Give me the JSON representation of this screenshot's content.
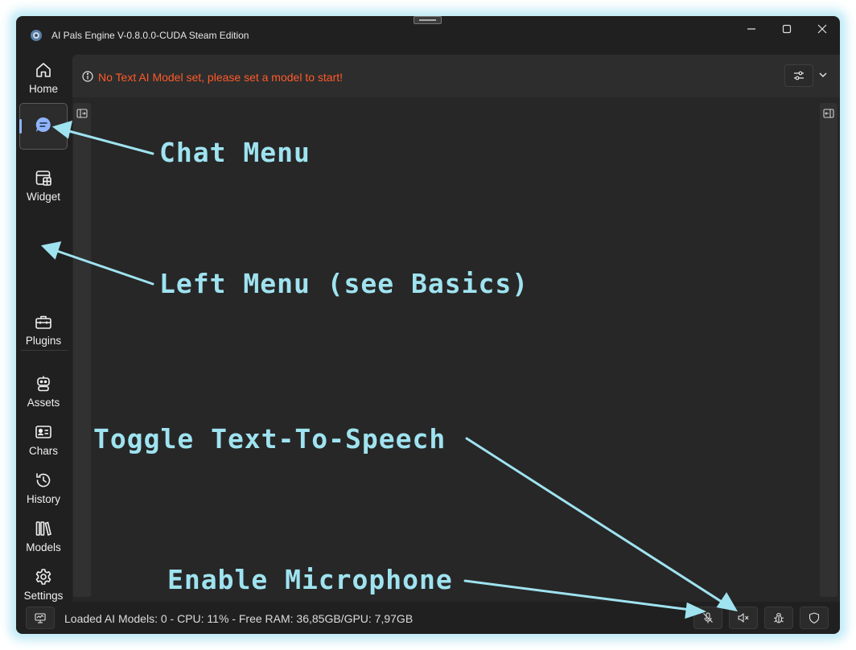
{
  "window": {
    "title": "AI Pals Engine V-0.8.0.0-CUDA Steam Edition",
    "controls": [
      "minimize",
      "maximize",
      "close"
    ]
  },
  "sidebar": {
    "items": [
      {
        "label": "Home",
        "icon": "home-icon"
      },
      {
        "label": "",
        "icon": "chat-icon",
        "active": true
      },
      {
        "label": "Widget",
        "icon": "widget-icon"
      },
      {
        "label": "Plugins",
        "icon": "plugins-icon"
      },
      {
        "label": "Assets",
        "icon": "robot-icon"
      },
      {
        "label": "Chars",
        "icon": "contact-card-icon"
      },
      {
        "label": "History",
        "icon": "history-icon"
      },
      {
        "label": "Models",
        "icon": "library-icon"
      },
      {
        "label": "Settings",
        "icon": "gear-icon"
      }
    ]
  },
  "infobar": {
    "message": "No Text AI Model set, please set a model to start!",
    "message_color": "#ff5a2a"
  },
  "status": {
    "text": "Loaded AI Models: 0 - CPU: 11% - Free RAM: 36,85GB/GPU: 7,97GB",
    "buttons": [
      "microphone-off-icon",
      "speaker-off-icon",
      "bug-icon",
      "shield-icon"
    ]
  },
  "annotations": {
    "chat_menu": "Chat Menu",
    "left_menu": "Left Menu (see Basics)",
    "tts": "Toggle Text-To-Speech",
    "mic": "Enable Microphone",
    "color": "#9fe3f0"
  }
}
